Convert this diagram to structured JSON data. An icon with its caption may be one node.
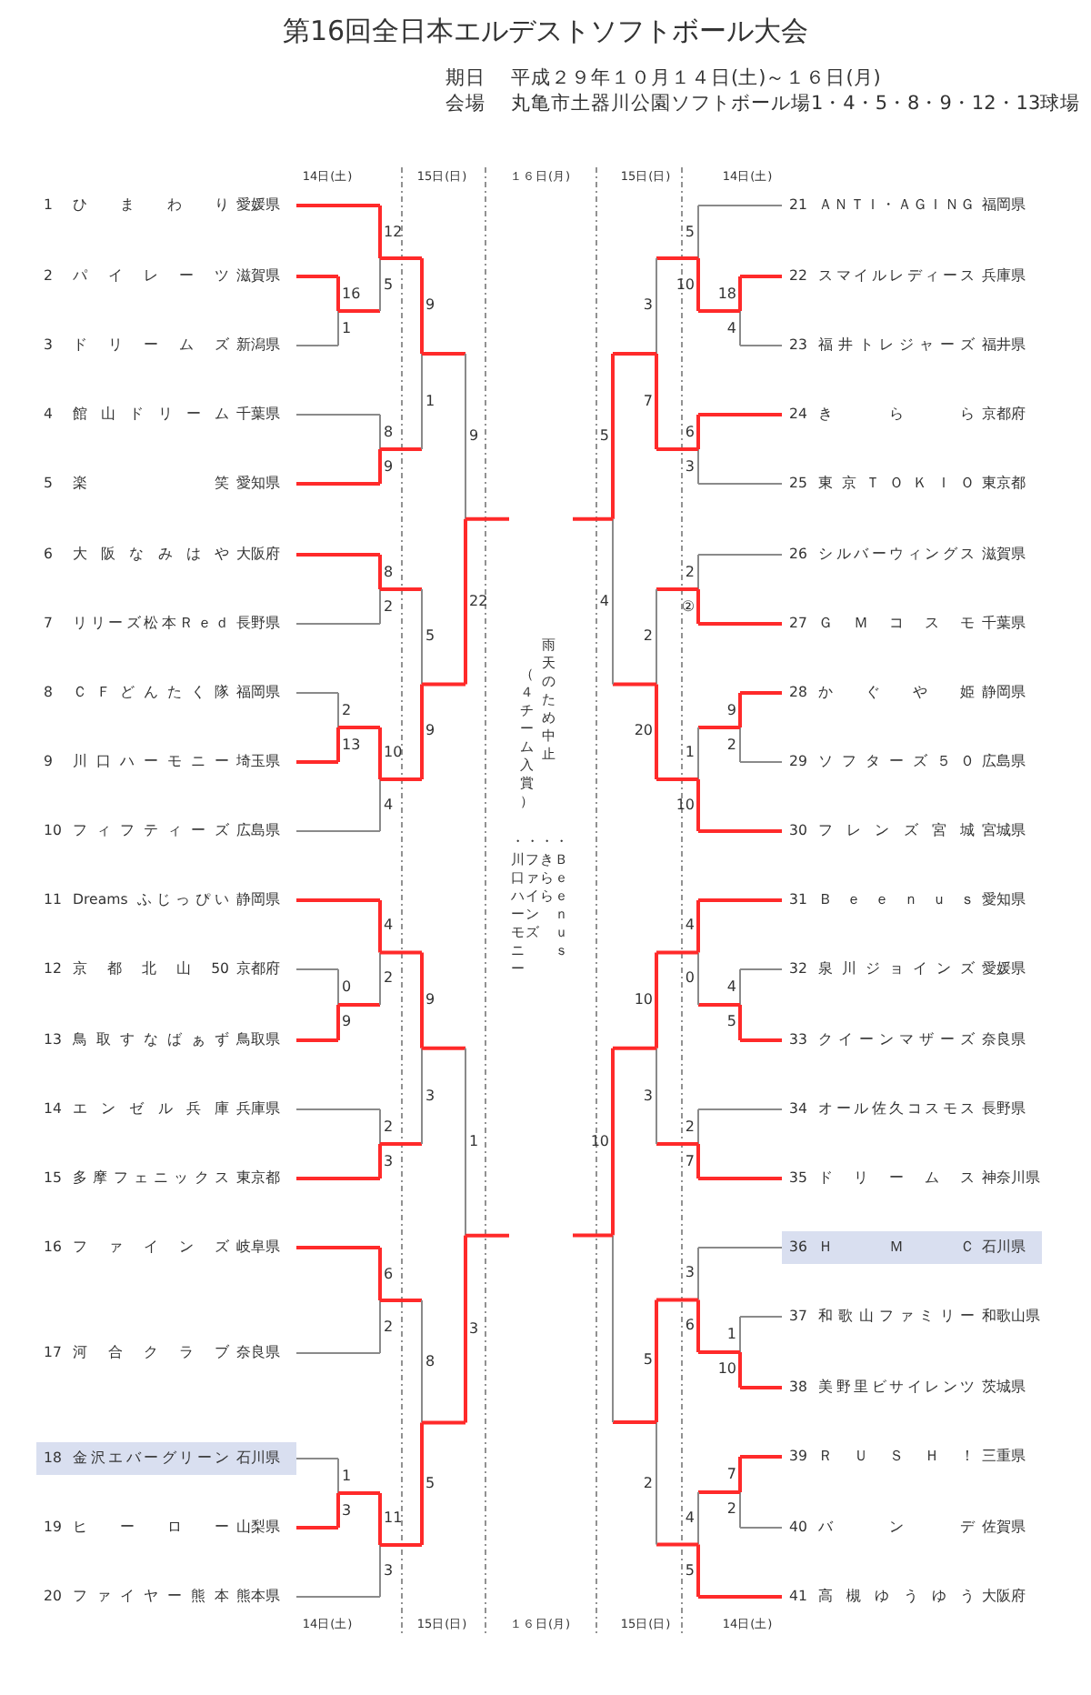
{
  "diagram": {
    "title": "第16回全日本エルデストソフトボール大会",
    "nodes": [
      {
        "text": [
          "1",
          "ひまわり",
          "愛媛県"
        ]
      },
      {
        "text": [
          "2",
          "パイレーツ",
          "滋賀県"
        ]
      },
      {
        "text": [
          "3",
          "ドリームズ",
          "新潟県"
        ]
      },
      {
        "text": [
          "4",
          "館山ドリーム",
          "千葉県"
        ]
      },
      {
        "text": [
          "5",
          "楽笑",
          "愛知県"
        ]
      },
      {
        "text": [
          "6",
          "大阪なみはや",
          "大阪府"
        ]
      },
      {
        "text": [
          "7",
          "リリーズ松本Ｒｅｄ",
          "長野県"
        ]
      },
      {
        "text": [
          "8",
          "ＣＦどんたく隊",
          "福岡県"
        ]
      },
      {
        "text": [
          "9",
          "川口ハーモニー",
          "埼玉県"
        ]
      },
      {
        "text": [
          "10",
          "フィフティーズ",
          "広島県"
        ]
      },
      {
        "text": [
          "11",
          "Dreams ふじっぴい",
          "静岡県"
        ]
      },
      {
        "text": [
          "12",
          "京都北山50",
          "京都府"
        ]
      },
      {
        "text": [
          "13",
          "鳥取すなばぁず",
          "鳥取県"
        ]
      },
      {
        "text": [
          "14",
          "エンゼル兵庫",
          "兵庫県"
        ]
      },
      {
        "text": [
          "15",
          "多摩フェニックス",
          "東京都"
        ]
      },
      {
        "text": [
          "16",
          "ファインズ",
          "岐阜県"
        ]
      },
      {
        "text": [
          "17",
          "河合クラブ",
          "奈良県"
        ]
      },
      {
        "text": [
          "18",
          "金沢エバーグリーン",
          "石川県"
        ]
      },
      {
        "text": [
          "19",
          "ヒーロー",
          "山梨県"
        ]
      },
      {
        "text": [
          "20",
          "ファイヤー熊本",
          "熊本県"
        ]
      },
      {
        "text": [
          "21",
          "ＡＮＴＩ・ＡＧＩＮＧ",
          "福岡県"
        ]
      },
      {
        "text": [
          "22",
          "スマイルレディース",
          "兵庫県"
        ]
      },
      {
        "text": [
          "23",
          "福井トレジャーズ",
          "福井県"
        ]
      },
      {
        "text": [
          "24",
          "きらら",
          "京都府"
        ]
      },
      {
        "text": [
          "25",
          "東京ＴＯＫＩＯ",
          "東京都"
        ]
      },
      {
        "text": [
          "26",
          "シルバーウィングス",
          "滋賀県"
        ]
      },
      {
        "text": [
          "27",
          "ＧＭコスモ",
          "千葉県"
        ]
      },
      {
        "text": [
          "28",
          "かぐや姫",
          "静岡県"
        ]
      },
      {
        "text": [
          "29",
          "ソフターズ５０",
          "広島県"
        ]
      },
      {
        "text": [
          "30",
          "フレンズ宮城",
          "宮城県"
        ]
      },
      {
        "text": [
          "31",
          "Ｂｅｅｎｕｓ",
          "愛知県"
        ]
      },
      {
        "text": [
          "32",
          "泉川ジョインズ",
          "愛媛県"
        ]
      },
      {
        "text": [
          "33",
          "クイーンマザーズ",
          "奈良県"
        ]
      },
      {
        "text": [
          "34",
          "オール佐久コスモス",
          "長野県"
        ]
      },
      {
        "text": [
          "35",
          "ドリームス",
          "神奈川県"
        ]
      },
      {
        "text": [
          "36",
          "ＨＭＣ",
          "石川県"
        ]
      },
      {
        "text": [
          "37",
          "和歌山ファミリー",
          "和歌山県"
        ]
      },
      {
        "text": [
          "38",
          "美野里ビサイレンツ",
          "茨城県"
        ]
      },
      {
        "text": [
          "39",
          "ＲＵＳＨ！",
          "三重県"
        ]
      },
      {
        "text": [
          "40",
          "バンデ",
          "佐賀県"
        ]
      },
      {
        "text": [
          "41",
          "高槻ゆうゆう",
          "大阪府"
        ]
      }
    ],
    "labels": [
      "期日",
      "平成２９年１０月１４日(土)～１６日(月)",
      "会場",
      "丸亀市土器川公園ソフトボール場1・4・5・8・9・12・13球場",
      "14日(土)",
      "15日(日)",
      "１６日(月)",
      "15日(日)",
      "14日(土)",
      "（４チーム入賞）",
      "雨天のため中止",
      "・川口ハーモニー",
      "・ファインズ",
      "・きらら",
      "・Ｂｅｅｎｕｓ",
      "14日(土)",
      "15日(日)",
      "１６日(月)",
      "15日(日)",
      "14日(土)",
      "16",
      "1",
      "12",
      "5",
      "8",
      "9",
      "9",
      "1",
      "8",
      "2",
      "2",
      "13",
      "10",
      "4",
      "5",
      "9",
      "9",
      "22",
      "0",
      "9",
      "4",
      "2",
      "2",
      "3",
      "9",
      "3",
      "6",
      "2",
      "1",
      "3",
      "11",
      "3",
      "8",
      "5",
      "1",
      "3",
      "18",
      "4",
      "5",
      "10",
      "6",
      "3",
      "3",
      "7",
      "2",
      "②",
      "9",
      "2",
      "1",
      "10",
      "2",
      "20",
      "5",
      "4",
      "4",
      "5",
      "4",
      "0",
      "2",
      "7",
      "10",
      "3",
      "1",
      "10",
      "3",
      "6",
      "7",
      "2",
      "4",
      "5",
      "5",
      "2",
      "10"
    ]
  }
}
